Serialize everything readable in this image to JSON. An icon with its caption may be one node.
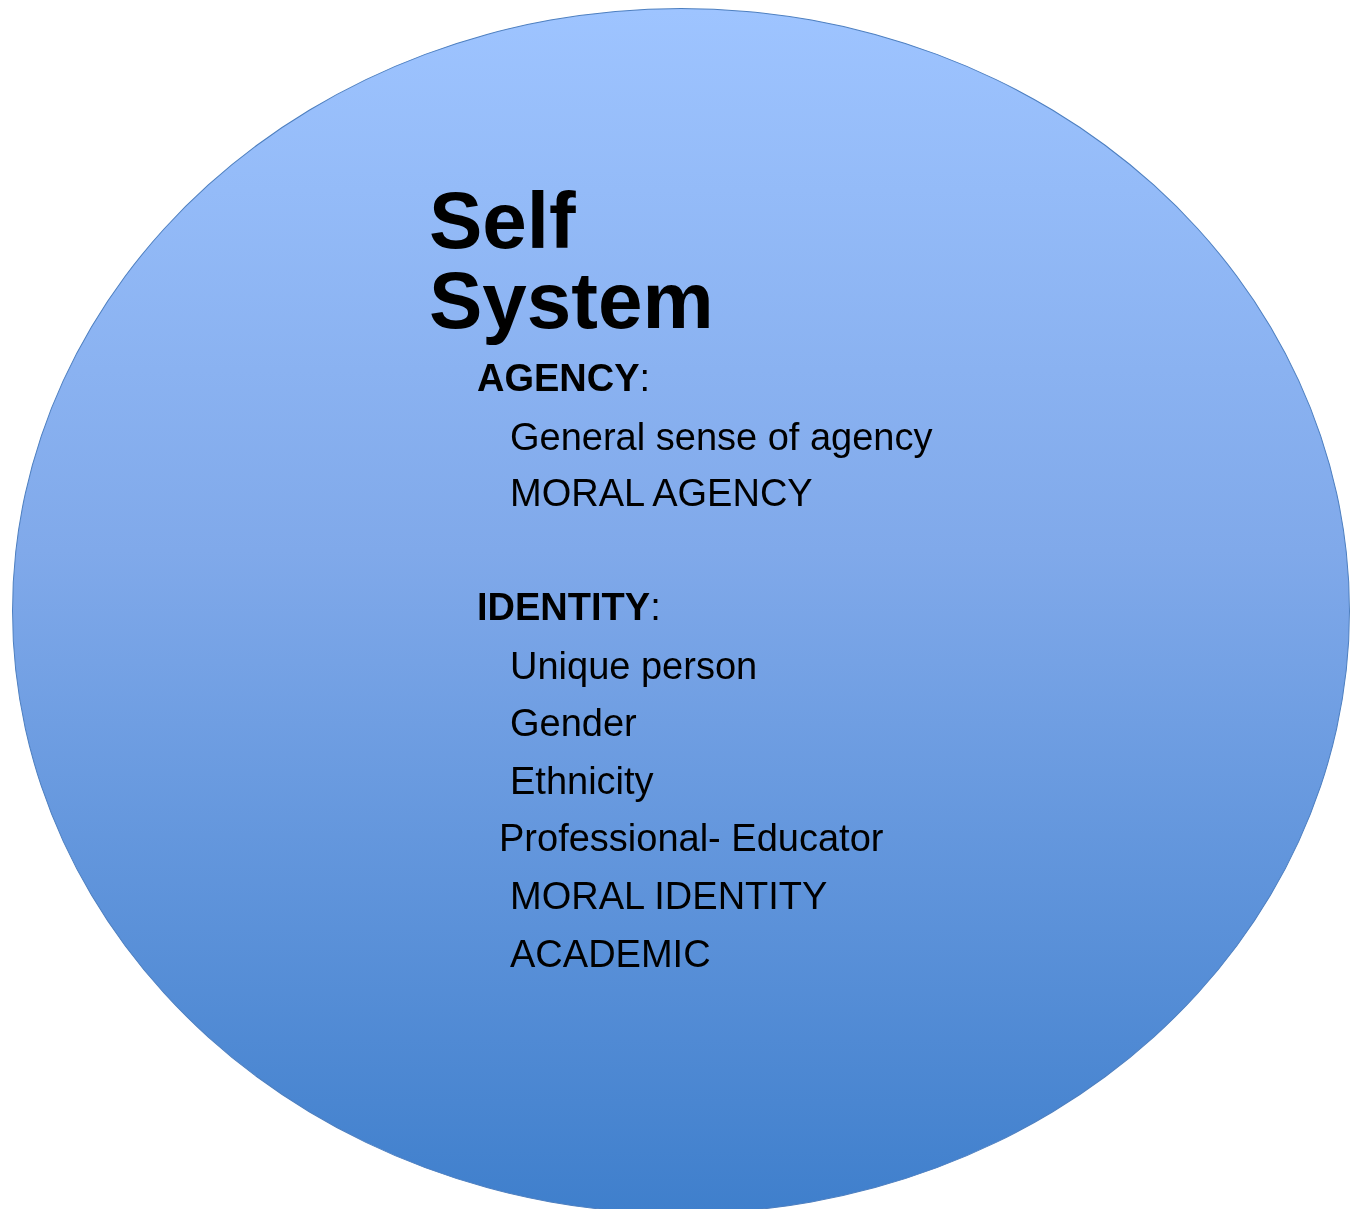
{
  "diagram": {
    "nodes": [
      {
        "text": [
          "Self System",
          "**AGENCY**:",
          "General sense of agency",
          "MORAL AGENCY",
          "**IDENTITY**:",
          "Unique person",
          "Gender",
          "Ethnicity",
          "Professional- Educator",
          "MORAL IDENTITY",
          "ACADEMIC"
        ]
      }
    ]
  }
}
